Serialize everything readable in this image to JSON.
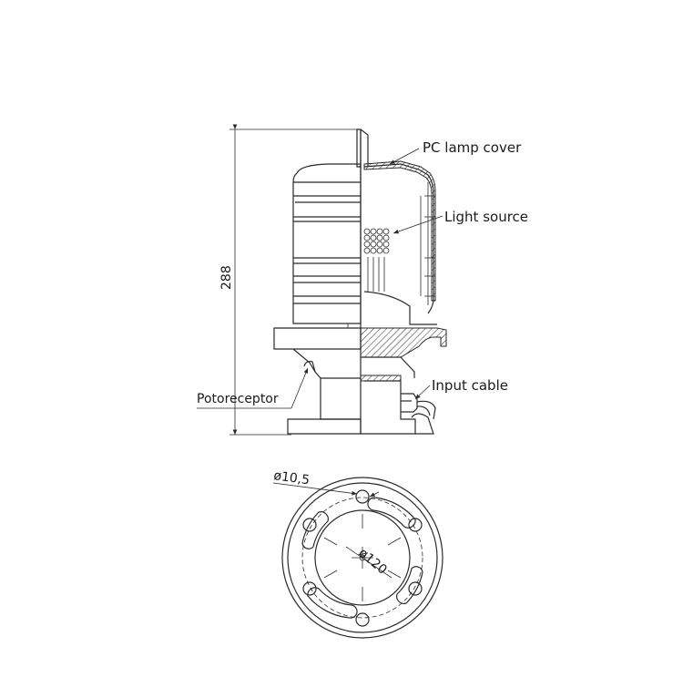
{
  "labels": {
    "pc_lamp_cover": "PC lamp cover",
    "light_source": "Light source",
    "input_cable": "Input cable",
    "photoreceptor": "Potoreceptor",
    "height_dimension": "288",
    "hole_diameter": "ø10,5",
    "bolt_circle_diameter": "ø120"
  }
}
